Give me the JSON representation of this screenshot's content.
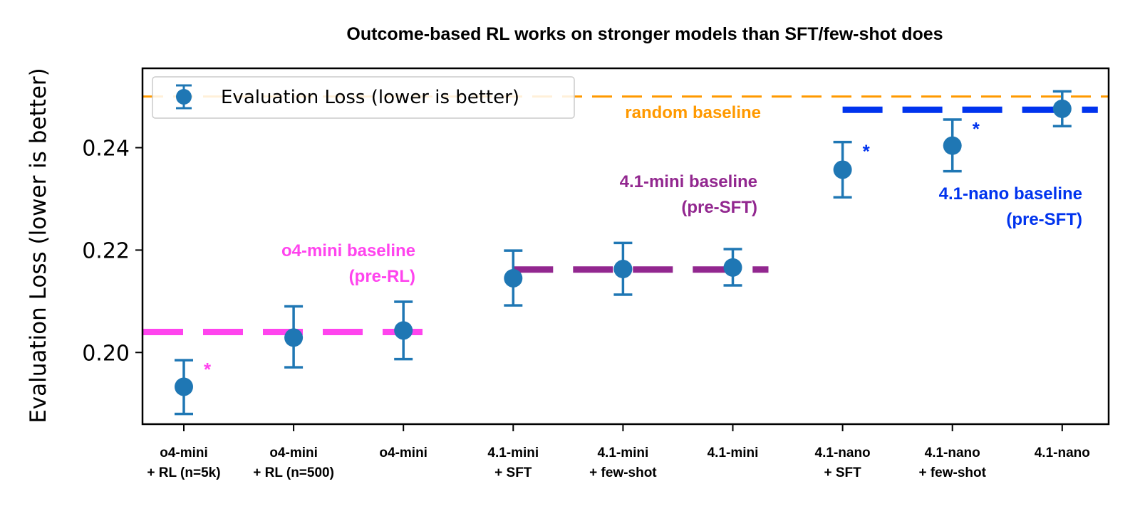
{
  "chart_data": {
    "type": "scatter",
    "title": "Outcome-based RL works on stronger models than SFT/few-shot does",
    "xlabel": "",
    "ylabel": "Evaluation Loss (lower is better)",
    "ylim": [
      0.186,
      0.2555
    ],
    "yticks": [
      0.2,
      0.22,
      0.24
    ],
    "ytick_labels": [
      "0.20",
      "0.22",
      "0.24"
    ],
    "categories": [
      [
        "o4-mini",
        "+ RL (n=5k)"
      ],
      [
        "o4-mini",
        "+ RL (n=500)"
      ],
      [
        "o4-mini"
      ],
      [
        "4.1-mini",
        "+ SFT"
      ],
      [
        "4.1-mini",
        "+ few-shot"
      ],
      [
        "4.1-mini"
      ],
      [
        "4.1-nano",
        "+ SFT"
      ],
      [
        "4.1-nano",
        "+ few-shot"
      ],
      [
        "4.1-nano"
      ]
    ],
    "series": [
      {
        "name": "Evaluation Loss (lower is better)",
        "color": "#1f77b4",
        "values": [
          0.1933,
          0.2029,
          0.2043,
          0.2145,
          0.2163,
          0.2166,
          0.2357,
          0.2404,
          0.2476
        ],
        "err_low": [
          0.188,
          0.1971,
          0.1987,
          0.2092,
          0.2113,
          0.2131,
          0.2303,
          0.2354,
          0.2442
        ],
        "err_high": [
          0.1985,
          0.209,
          0.2099,
          0.2199,
          0.2214,
          0.2202,
          0.2411,
          0.2455,
          0.251
        ]
      }
    ],
    "baselines": [
      {
        "label_lines": [
          "random baseline"
        ],
        "value": 0.25,
        "color": "#ff9900",
        "x_range": [
          -0.4,
          8.4
        ],
        "style": "thin-dash"
      },
      {
        "label_lines": [
          "o4-mini baseline",
          "(pre-RL)"
        ],
        "value": 0.204,
        "color": "#ff44ee",
        "x_range": [
          -0.4,
          2.0
        ],
        "style": "thick-dash"
      },
      {
        "label_lines": [
          "4.1-mini baseline",
          "(pre-SFT)"
        ],
        "value": 0.2162,
        "color": "#92278f",
        "x_range": [
          3.0,
          5.0
        ],
        "style": "thick-dash"
      },
      {
        "label_lines": [
          "4.1-nano baseline",
          "(pre-SFT)"
        ],
        "value": 0.2474,
        "color": "#0033ee",
        "x_range": [
          6.0,
          8.0
        ],
        "style": "thick-dash"
      }
    ],
    "significance_markers": [
      {
        "index": 0,
        "symbol": "*",
        "color": "#ff44ee"
      },
      {
        "index": 6,
        "symbol": "*",
        "color": "#0033ee"
      },
      {
        "index": 7,
        "symbol": "*",
        "color": "#0033ee"
      }
    ],
    "legend": {
      "placement": "top-left",
      "entry": "Evaluation Loss (lower is better)"
    },
    "grid": false
  }
}
